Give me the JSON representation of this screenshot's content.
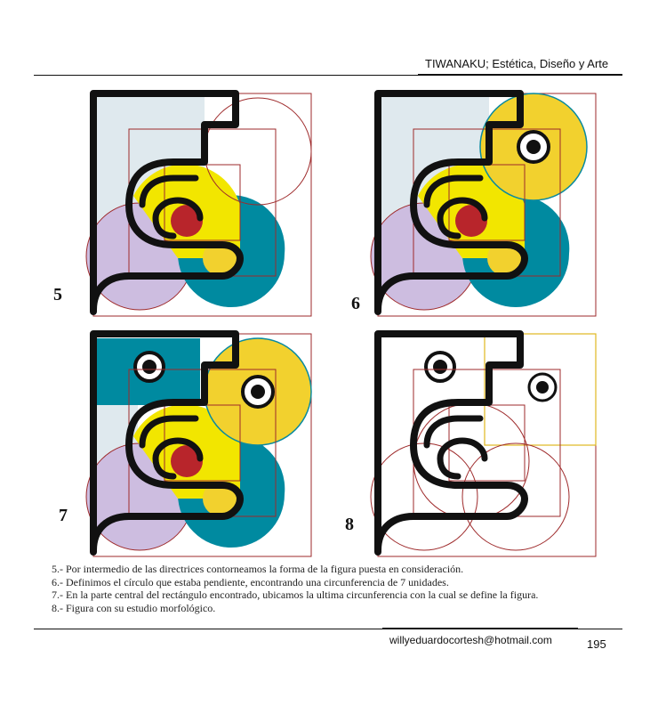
{
  "header": {
    "title": "TIWANAKU; Estética, Diseño y Arte"
  },
  "panels": [
    {
      "number": "5",
      "variant": 5
    },
    {
      "number": "6",
      "variant": 6
    },
    {
      "number": "7",
      "variant": 7
    },
    {
      "number": "8",
      "variant": 8
    }
  ],
  "captions": [
    "5.- Por intermedio de las directrices contorneamos la forma  de la figura puesta en consideración.",
    "6.- Definimos el círculo que estaba pendiente, encontrando una circunferencia de 7 unidades.",
    "7.- En la parte central del rectángulo encontrado, ubicamos la ultima circunferencia con la cual se define la figura.",
    "8.- Figura con su estudio morfológico."
  ],
  "footer": {
    "email": "willyeduardocortesh@hotmail.com",
    "page_number": "195"
  },
  "colors": {
    "pale_blue": "#dfe9ee",
    "yellow": "#f2e600",
    "golden": "#f2d12e",
    "lavender": "#cdbde0",
    "teal": "#008aa0",
    "red": "#b8252b",
    "guide_red": "#9e2a2b",
    "guide_gold": "#e0b820",
    "outline": "#111111"
  }
}
